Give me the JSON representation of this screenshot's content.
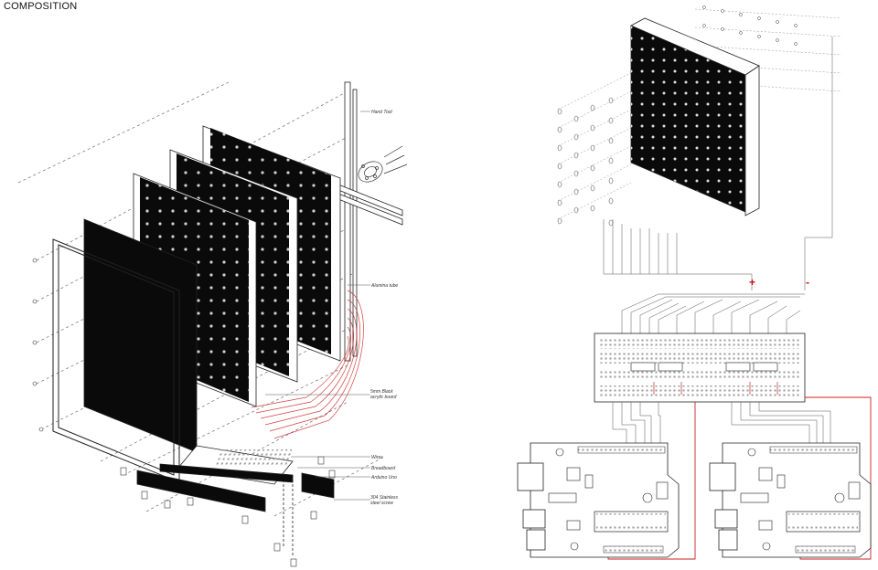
{
  "title": "COMPOSITION",
  "labels": {
    "hand_tool": "Hand Tool",
    "alumina_tube": "Alumina tube",
    "acrylic_board": "5mm Black acrylic board",
    "wires": "Wires",
    "breadboard": "Breadboard",
    "arduino_uno": "Arduino Uno",
    "screw": "304 Stainless steel screw"
  },
  "power": {
    "plus": "+",
    "minus": "-"
  },
  "colors": {
    "wire_red": "#cc2222",
    "panel": "#0a0a0a",
    "line": "#333333",
    "positive": "#cc1111"
  }
}
